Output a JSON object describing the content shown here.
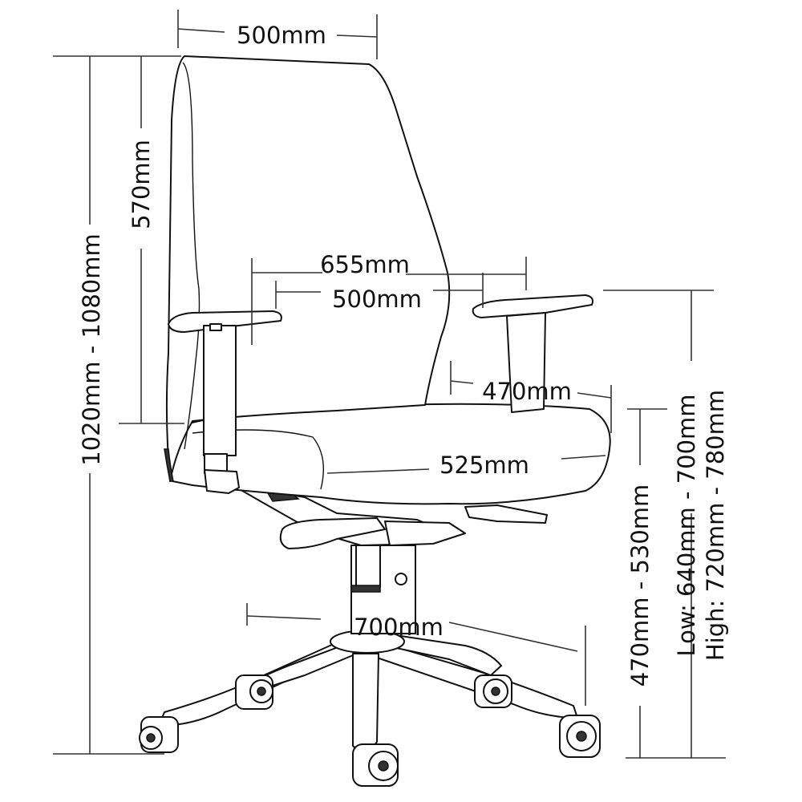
{
  "diagram": {
    "labels": {
      "backrest_width": "500mm",
      "backrest_height": "570mm",
      "overall_height": "1020mm - 1080mm",
      "armrest_outer_width": "655mm",
      "armrest_inner_width": "500mm",
      "seat_depth": "470mm",
      "seat_width": "525mm",
      "base_width": "700mm",
      "seat_height": "470mm - 530mm",
      "armrest_height_low": "Low: 640mm - 700mm",
      "armrest_height_high": "High: 720mm - 780mm"
    }
  }
}
